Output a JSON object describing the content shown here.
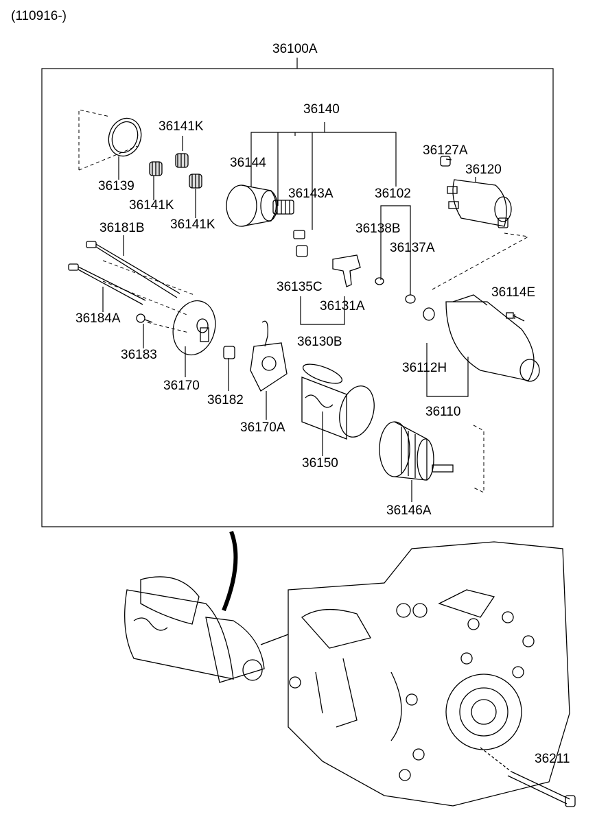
{
  "header": {
    "date_code": "(110916-)"
  },
  "assembly": {
    "number": "36100A"
  },
  "callouts": {
    "c36140": "36140",
    "c36144": "36144",
    "c36143A": "36143A",
    "c36102": "36102",
    "c36141K_1": "36141K",
    "c36141K_2": "36141K",
    "c36141K_3": "36141K",
    "c36139": "36139",
    "c36127A": "36127A",
    "c36120": "36120",
    "c36138B": "36138B",
    "c36137A": "36137A",
    "c36181B": "36181B",
    "c36184A": "36184A",
    "c36183": "36183",
    "c36170": "36170",
    "c36182": "36182",
    "c36170A": "36170A",
    "c36135C": "36135C",
    "c36131A": "36131A",
    "c36130B": "36130B",
    "c36114E": "36114E",
    "c36112H": "36112H",
    "c36110": "36110",
    "c36150": "36150",
    "c36146A": "36146A",
    "c36211": "36211"
  },
  "colors": {
    "line": "#000000",
    "background": "#ffffff"
  }
}
